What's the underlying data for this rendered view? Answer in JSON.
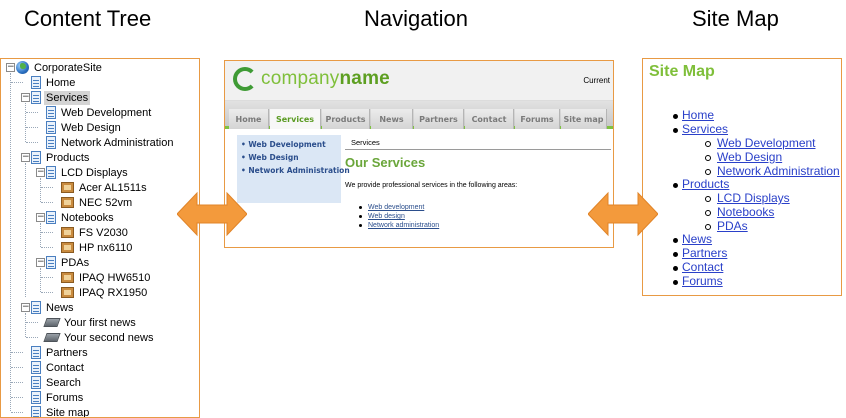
{
  "headings": {
    "tree": "Content Tree",
    "nav": "Navigation",
    "map": "Site Map"
  },
  "tree": {
    "root": "CorporateSite",
    "home": "Home",
    "services": "Services",
    "web_development": "Web Development",
    "web_design": "Web Design",
    "network_administration": "Network Administration",
    "products": "Products",
    "lcd_displays": "LCD Displays",
    "acer": "Acer AL1511s",
    "nec": "NEC 52vm",
    "notebooks": "Notebooks",
    "fs": "FS V2030",
    "hp": "HP nx6110",
    "pdas": "PDAs",
    "ipaq1": "IPAQ HW6510",
    "ipaq2": "IPAQ RX1950",
    "news": "News",
    "news1": "Your first news",
    "news2": "Your second news",
    "partners": "Partners",
    "contact": "Contact",
    "search": "Search",
    "forums": "Forums",
    "sitemap": "Site map"
  },
  "navigation": {
    "logo_light": "company",
    "logo_bold": "name",
    "current": "Current",
    "tabs": [
      "Home",
      "Services",
      "Products",
      "News",
      "Partners",
      "Contact",
      "Forums",
      "Site map"
    ],
    "active_tab": "Services",
    "left_menu": [
      "Web Development",
      "Web Design",
      "Network Administration"
    ],
    "breadcrumb": "Services",
    "page_title": "Our Services",
    "intro": "We provide professional services in the following areas:",
    "services": [
      "Web development",
      "Web design",
      "Network administration"
    ]
  },
  "sitemap": {
    "title": "Site Map",
    "home": "Home",
    "services": "Services",
    "web_development": "Web Development",
    "web_design": "Web Design",
    "network_administration": "Network Administration",
    "products": "Products",
    "lcd_displays": "LCD Displays",
    "notebooks": "Notebooks",
    "pdas": "PDAs",
    "news": "News",
    "partners": "Partners",
    "contact": "Contact",
    "forums": "Forums"
  },
  "colors": {
    "border": "#e89a44",
    "arrow": "#f39a3c",
    "green": "#7fbf3a",
    "link": "#2a40c9"
  }
}
